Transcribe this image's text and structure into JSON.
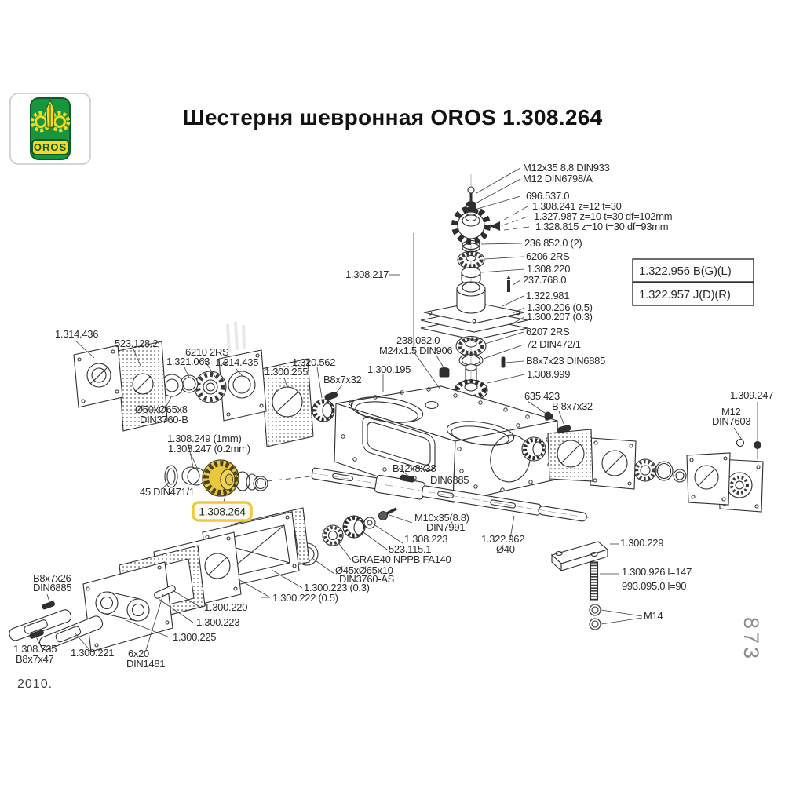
{
  "title": "Шестерня шевронная OROS 1.308.264",
  "logo": {
    "brand": "OROS"
  },
  "ref_boxes": [
    {
      "text": "1.322.956 B(G)(L)"
    },
    {
      "text": "1.322.957 J(D)(R)"
    }
  ],
  "highlight": {
    "part": "1.308.264",
    "color": "#f2c83e"
  },
  "footnotes": {
    "year": "2010.",
    "page": "873"
  },
  "colors": {
    "line": "#2e2e2e",
    "gear_yellow": "#e9c83e",
    "logo_green": "#18963f",
    "logo_yellow": "#f5d81f"
  },
  "labels": [
    {
      "text": "M12x35 8.8 DIN933"
    },
    {
      "text": "M12 DIN6798/A"
    },
    {
      "text": "696.537.0"
    },
    {
      "text": "1.308.241 z=12 t=30"
    },
    {
      "text": "1.327.987 z=10 t=30 df=102mm"
    },
    {
      "text": "1.328.815 z=10 t=30 df=93mm"
    },
    {
      "text": "236.852.0 (2)"
    },
    {
      "text": "6206 2RS"
    },
    {
      "text": "1.308.220"
    },
    {
      "text": "237.768.0"
    },
    {
      "text": "1.322.981"
    },
    {
      "text": "1.300.206 (0.5)"
    },
    {
      "text": "1.300.207 (0.3)"
    },
    {
      "text": "6207 2RS"
    },
    {
      "text": "72 DIN472/1"
    },
    {
      "text": "B8x7x23 DIN6885"
    },
    {
      "text": "1.308.999"
    },
    {
      "text": "635.423"
    },
    {
      "text": "B 8x7x32"
    },
    {
      "text": "1.314.436"
    },
    {
      "text": "523.128.2"
    },
    {
      "text": "6210 2RS"
    },
    {
      "text": "1.321.063"
    },
    {
      "text": "1.314.435"
    },
    {
      "text": "1.300.255"
    },
    {
      "text": "1.320.562"
    },
    {
      "text": "B8x7x32"
    },
    {
      "text": "1.300.195"
    },
    {
      "text": "Ø50xØ65x8"
    },
    {
      "text": "DIN3760-B"
    },
    {
      "text": "1.308.217"
    },
    {
      "text": "238.082.0"
    },
    {
      "text": "M24x1.5 DIN906"
    },
    {
      "text": "1.308.249 (1mm)"
    },
    {
      "text": "1.308.247 (0.2mm)"
    },
    {
      "text": "45 DIN471/1"
    },
    {
      "text": "B12x8x38"
    },
    {
      "text": "DIN6885"
    },
    {
      "text": "M10x35(8.8)"
    },
    {
      "text": "DIN7991"
    },
    {
      "text": "1.308.223"
    },
    {
      "text": "523.115.1"
    },
    {
      "text": "GRAE40 NPPB FA140"
    },
    {
      "text": "Ø45xØ65x10"
    },
    {
      "text": "DIN3760-AS"
    },
    {
      "text": "1.300.223 (0.3)"
    },
    {
      "text": "1.300.222 (0.5)"
    },
    {
      "text": "1.322.962"
    },
    {
      "text": "Ø40"
    },
    {
      "text": "B8x7x26"
    },
    {
      "text": "DIN6885"
    },
    {
      "text": "1.300.220"
    },
    {
      "text": "1.300.223"
    },
    {
      "text": "1.300.225"
    },
    {
      "text": "1.308.735"
    },
    {
      "text": "B8x7x47"
    },
    {
      "text": "1.300.221"
    },
    {
      "text": "6x20"
    },
    {
      "text": "DIN1481"
    },
    {
      "text": "1.309.247"
    },
    {
      "text": "M12"
    },
    {
      "text": "DIN7603"
    },
    {
      "text": "1.300.229"
    },
    {
      "text": "1.300.926  l=147"
    },
    {
      "text": "993.095.0  l=90"
    },
    {
      "text": "M14"
    }
  ]
}
